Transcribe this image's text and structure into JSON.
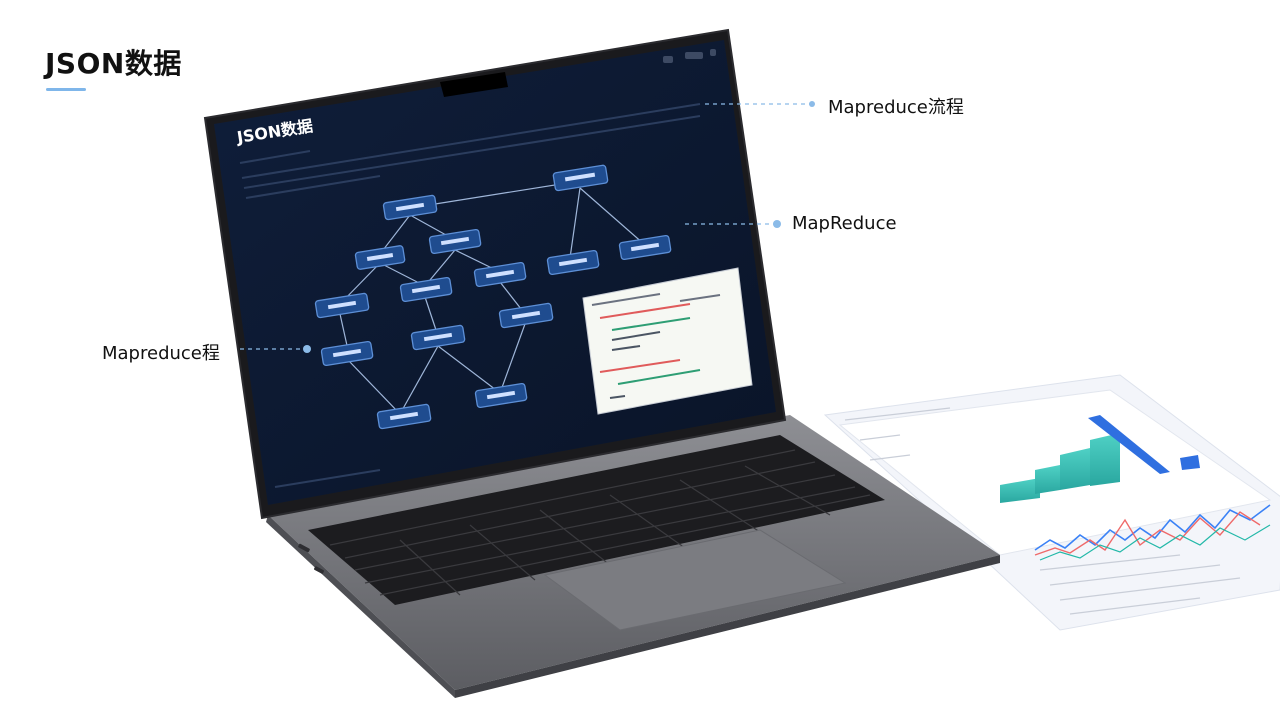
{
  "slide": {
    "title": "JSON数据"
  },
  "callouts": {
    "top_right": "Mapreduce流程",
    "middle_right": "MapReduce",
    "left": "Mapreduce程"
  },
  "screen": {
    "heading": "JSON数据"
  },
  "colors": {
    "accent": "#7fb6ea",
    "screen_bg": "#0d1a33",
    "node_fill": "#1f4c8f",
    "node_stroke": "#5d8fd6"
  }
}
